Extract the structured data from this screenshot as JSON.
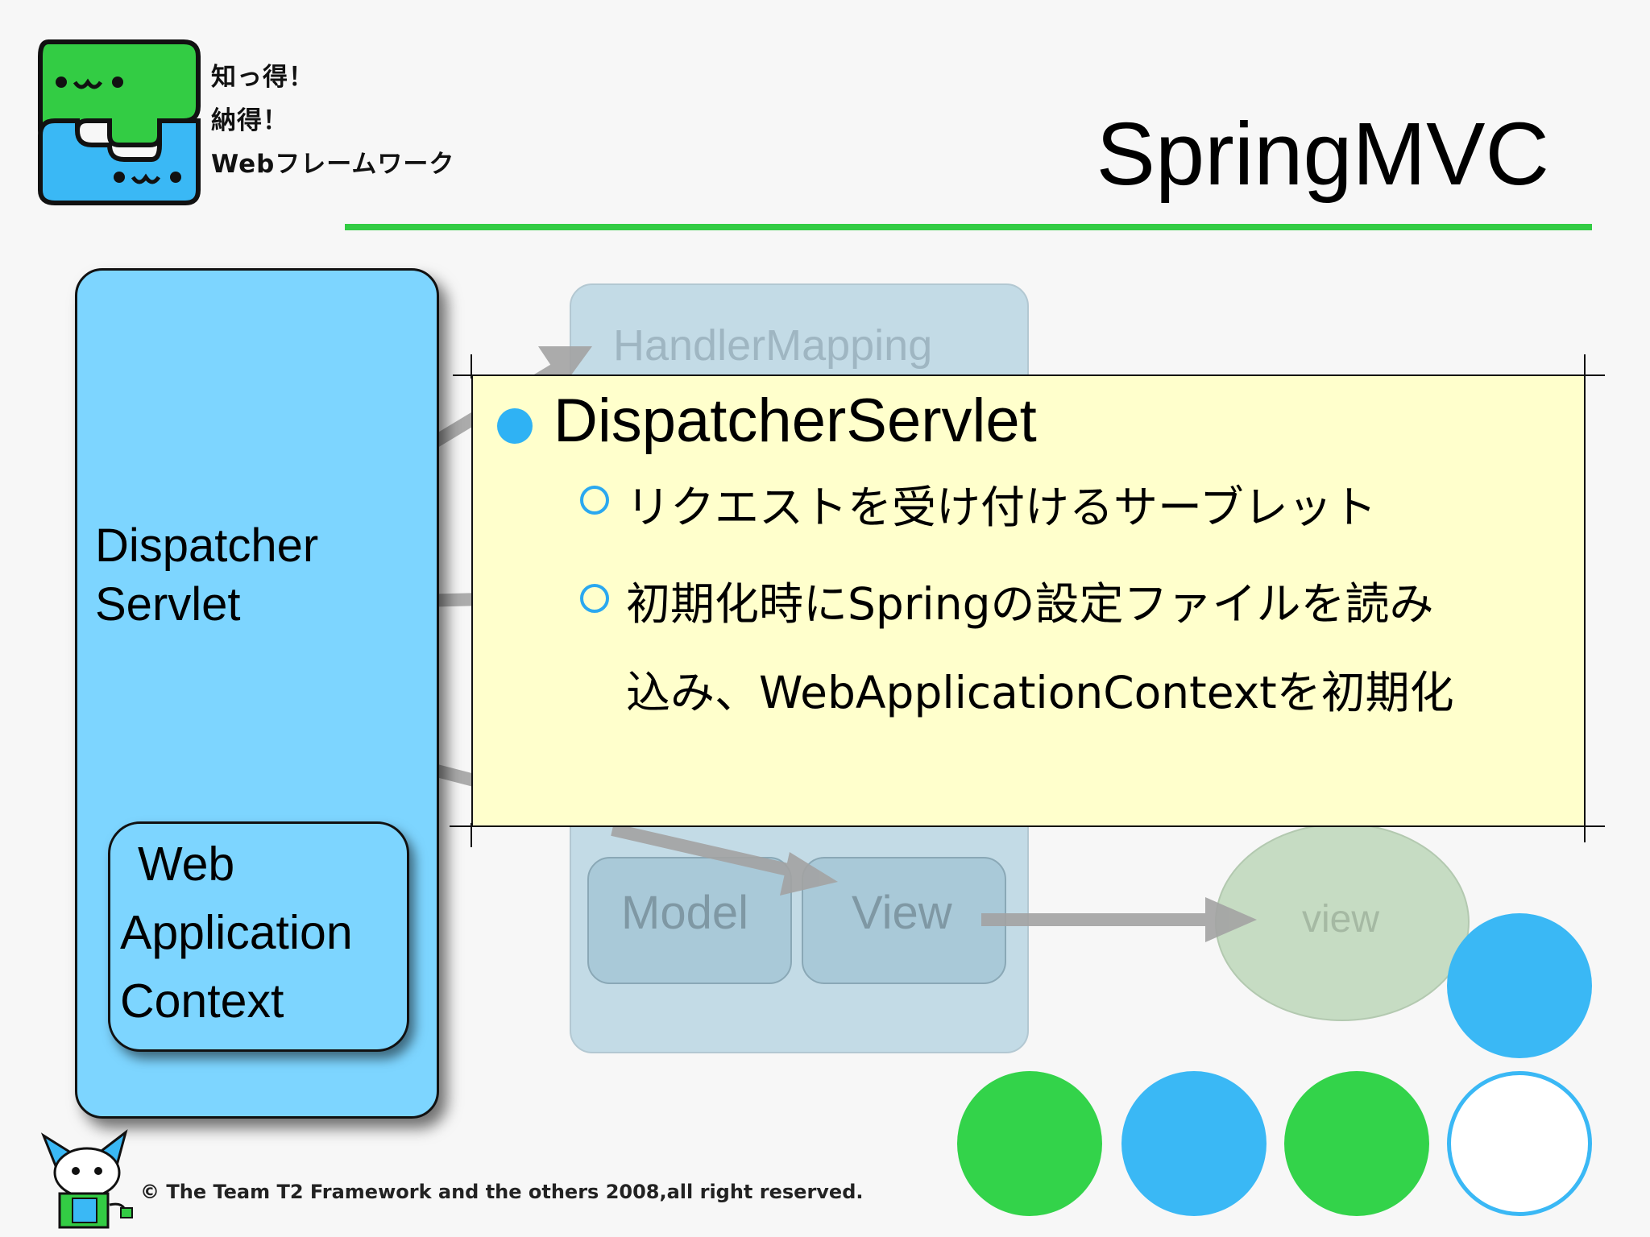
{
  "logo": {
    "lines": [
      "知っ得！",
      "納得！",
      "Webフレームワーク"
    ],
    "colors": {
      "green": "#33cc44",
      "blue": "#3ab8f5"
    }
  },
  "slide": {
    "title": "SpringMVC",
    "accent_color": "#33cc44"
  },
  "diagram": {
    "dispatcher_label": [
      "Dispatcher",
      "Servlet"
    ],
    "context_label": [
      "Web",
      "Application",
      "Context"
    ],
    "handler_mapping": "HandlerMapping",
    "model": "Model",
    "view_box": "View",
    "view_ellipse": "view"
  },
  "callout": {
    "heading": "DispatcherServlet",
    "items": [
      "リクエストを受け付けるサーブレット",
      "初期化時にSpringの設定ファイルを読み",
      "込み、WebApplicationContextを初期化"
    ]
  },
  "decorations": {
    "circle_colors": [
      "#33d34a",
      "#3ab8f5",
      "#33d34a",
      "#ffffff",
      "#3ab8f5"
    ]
  },
  "footer": {
    "copyright": "© The Team T2 Framework and the others 2008,all right reserved."
  }
}
